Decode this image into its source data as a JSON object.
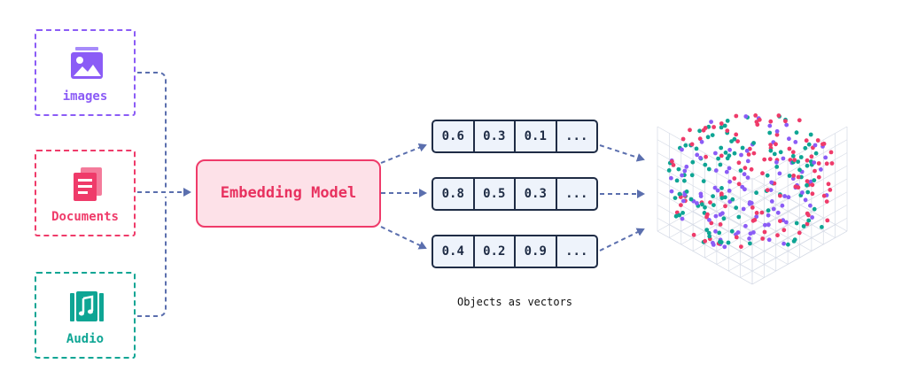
{
  "sources": [
    {
      "label": "images",
      "color": "#8b5cf6",
      "icon": "image-icon"
    },
    {
      "label": "Documents",
      "color": "#ef3b6a",
      "icon": "document-icon"
    },
    {
      "label": "Audio",
      "color": "#0ea594",
      "icon": "music-note-icon"
    }
  ],
  "model": {
    "label": "Embedding Model",
    "color": "#ef3b6a",
    "fill": "#fde1e8"
  },
  "vectors": [
    {
      "cells": [
        "0.6",
        "0.3",
        "0.1",
        "..."
      ]
    },
    {
      "cells": [
        "0.8",
        "0.5",
        "0.3",
        "..."
      ]
    },
    {
      "cells": [
        "0.4",
        "0.2",
        "0.9",
        "..."
      ]
    }
  ],
  "caption": "Objects as vectors",
  "colors": {
    "arrow": "#5b6fae",
    "vector_border": "#1f2c45",
    "vector_fill": "#eef3fb",
    "grid": "#d6dbe6",
    "points": [
      "#ef3b6a",
      "#8b5cf6",
      "#0ea594"
    ]
  }
}
